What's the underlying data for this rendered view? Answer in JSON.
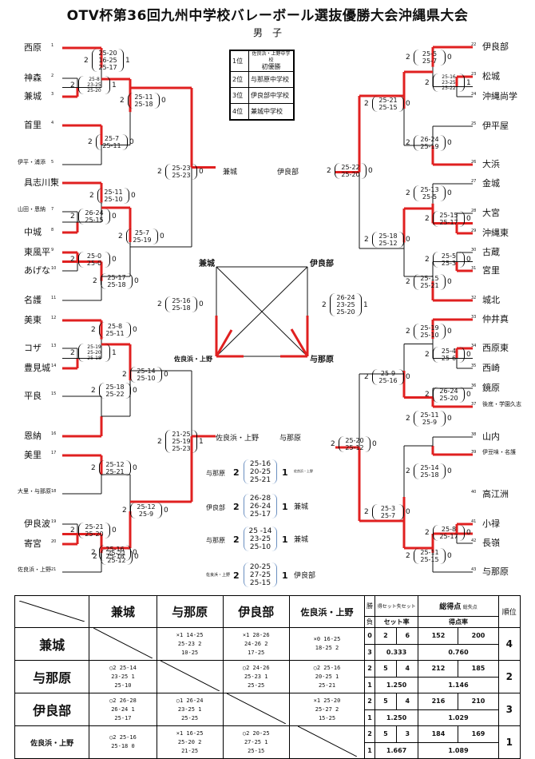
{
  "title": "OTV杯第36回九州中学校バレーボール選抜優勝大会沖縄県大会",
  "subtitle": "男　子",
  "ranking": [
    {
      "place": "1位",
      "team": "佐良浜・上野中学校",
      "note": "初優勝"
    },
    {
      "place": "2位",
      "team": "与那原中学校"
    },
    {
      "place": "3位",
      "team": "伊良部中学校"
    },
    {
      "place": "4位",
      "team": "兼城中学校"
    }
  ],
  "left_teams": [
    {
      "n": "1",
      "name": "西原"
    },
    {
      "n": "2",
      "name": "神森"
    },
    {
      "n": "3",
      "name": "兼城"
    },
    {
      "n": "4",
      "name": "首里"
    },
    {
      "n": "5",
      "name": "伊平・浦添"
    },
    {
      "n": "6",
      "name": "具志川東"
    },
    {
      "n": "7",
      "name": "山田・恩納"
    },
    {
      "n": "8",
      "name": "中城"
    },
    {
      "n": "9",
      "name": "東風平"
    },
    {
      "n": "10",
      "name": "あげな"
    },
    {
      "n": "11",
      "name": "名護"
    },
    {
      "n": "12",
      "name": "美東"
    },
    {
      "n": "13",
      "name": "コザ"
    },
    {
      "n": "14",
      "name": "豊見城"
    },
    {
      "n": "15",
      "name": "平良"
    },
    {
      "n": "16",
      "name": "恩納"
    },
    {
      "n": "17",
      "name": "美里"
    },
    {
      "n": "18",
      "name": "大里・与那原"
    },
    {
      "n": "19",
      "name": "伊良波"
    },
    {
      "n": "20",
      "name": "寄宮"
    },
    {
      "n": "21",
      "name": "佐良浜・上野"
    }
  ],
  "right_teams": [
    {
      "n": "22",
      "name": "伊良部"
    },
    {
      "n": "23",
      "name": "松城"
    },
    {
      "n": "24",
      "name": "沖縄尚学"
    },
    {
      "n": "25",
      "name": "伊平屋"
    },
    {
      "n": "26",
      "name": "大浜"
    },
    {
      "n": "27",
      "name": "金城"
    },
    {
      "n": "28",
      "name": "大宮"
    },
    {
      "n": "29",
      "name": "沖縄東"
    },
    {
      "n": "30",
      "name": "古蔵"
    },
    {
      "n": "31",
      "name": "宮里"
    },
    {
      "n": "32",
      "name": "城北"
    },
    {
      "n": "33",
      "name": "仲井真"
    },
    {
      "n": "34",
      "name": "西原東"
    },
    {
      "n": "35",
      "name": "西崎"
    },
    {
      "n": "36",
      "name": "鏡原"
    },
    {
      "n": "37",
      "name": "後底・学園久志"
    },
    {
      "n": "38",
      "name": "山内"
    },
    {
      "n": "39",
      "name": "伊豆味・名護"
    },
    {
      "n": "40",
      "name": "高江洲"
    },
    {
      "n": "41",
      "name": "小禄"
    },
    {
      "n": "42",
      "name": "長嶺"
    },
    {
      "n": "43",
      "name": "与那原"
    }
  ],
  "left_scores": [
    {
      "w": "2",
      "s": "25-20\n16-25\n25-17",
      "l": "1"
    },
    {
      "w": "2",
      "s": "25-8\n23-25\n25-20",
      "l": "1"
    },
    {
      "w": "2",
      "s": "25-11\n25-18",
      "l": "0"
    },
    {
      "w": "2",
      "s": "25-7\n25-11",
      "l": "0"
    },
    {
      "w": "2",
      "s": "25-23\n25-23",
      "l": "0"
    },
    {
      "w": "2",
      "s": "25-11\n25-10",
      "l": "0"
    },
    {
      "w": "2",
      "s": "26-24\n25-15",
      "l": "0"
    },
    {
      "w": "2",
      "s": "25-7\n25-19",
      "l": "0"
    },
    {
      "w": "2",
      "s": "25-0\n25-0",
      "l": "0"
    },
    {
      "w": "2",
      "s": "25-17\n25-18",
      "l": "0"
    },
    {
      "w": "2",
      "s": "25-16\n25-18",
      "l": "0"
    },
    {
      "w": "2",
      "s": "25-8\n25-11",
      "l": "0"
    },
    {
      "w": "2",
      "s": "25-19\n25-20\n25-18",
      "l": "1"
    },
    {
      "w": "2",
      "s": "25-14\n25-10",
      "l": "0"
    },
    {
      "w": "2",
      "s": "25-18\n25-22",
      "l": "0"
    },
    {
      "w": "2",
      "s": "21-25\n25-19\n25-23",
      "l": "1"
    },
    {
      "w": "2",
      "s": "25-12\n25-21",
      "l": "0"
    },
    {
      "w": "2",
      "s": "25-12\n25-9",
      "l": "0"
    },
    {
      "w": "2",
      "s": "25-21\n25-20",
      "l": "0"
    },
    {
      "w": "2",
      "s": "25-16\n25-18",
      "l": "0"
    },
    {
      "w": "2",
      "s": "25-21\n25-12",
      "l": "0"
    }
  ],
  "right_scores": [
    {
      "w": "2",
      "s": "25-5\n25-7",
      "l": "0"
    },
    {
      "w": "2",
      "s": "25-16\n23-25\n25-22",
      "l": "1"
    },
    {
      "w": "2",
      "s": "25-21\n25-15",
      "l": "0"
    },
    {
      "w": "2",
      "s": "26-24\n25-19",
      "l": "0"
    },
    {
      "w": "2",
      "s": "25-22\n25-20",
      "l": "0"
    },
    {
      "w": "2",
      "s": "25-13\n25-5",
      "l": "0"
    },
    {
      "w": "2",
      "s": "25-15\n25-17",
      "l": "0"
    },
    {
      "w": "2",
      "s": "25-18\n25-12",
      "l": "0"
    },
    {
      "w": "2",
      "s": "25-5\n25-3",
      "l": "0"
    },
    {
      "w": "2",
      "s": "25-15\n25-21",
      "l": "0"
    },
    {
      "w": "2",
      "s": "26-24\n23-25\n25-20",
      "l": "1"
    },
    {
      "w": "2",
      "s": "25-19\n25-10",
      "l": "0"
    },
    {
      "w": "2",
      "s": "25-4\n25-6",
      "l": "0"
    },
    {
      "w": "2",
      "s": "25-9\n25-16",
      "l": "0"
    },
    {
      "w": "2",
      "s": "26-24\n25-20",
      "l": "0"
    },
    {
      "w": "2",
      "s": "25-11\n25-9",
      "l": "0"
    },
    {
      "w": "2",
      "s": "25-20\n25-12",
      "l": "0"
    },
    {
      "w": "2",
      "s": "25-14\n25-18",
      "l": "0"
    },
    {
      "w": "2",
      "s": "25-3\n25-7",
      "l": "0"
    },
    {
      "w": "2",
      "s": "25-8\n25-17",
      "l": "0"
    },
    {
      "w": "2",
      "s": "25-11\n25-15",
      "l": "0"
    }
  ],
  "block_winners": {
    "l1": "兼城",
    "r1": "伊良部",
    "l2": "佐良浜・上野",
    "r2": "与那原"
  },
  "square_labels": {
    "tl": "兼城",
    "tr": "伊良部",
    "bl": "佐良浜・上野",
    "br": "与那原"
  },
  "final_matches": [
    {
      "a": "与那原",
      "sa": "2",
      "s": "25-16\n20-25\n25-21",
      "sb": "1",
      "b": "佐良浜・上野"
    },
    {
      "a": "伊良部",
      "sa": "2",
      "s": "26-28\n26-24\n25-17",
      "sb": "1",
      "b": "兼城"
    },
    {
      "a": "与那原",
      "sa": "2",
      "s": "25 -14\n23-25\n25-10",
      "sb": "1",
      "b": "兼城"
    },
    {
      "a": "佐良浜・上野",
      "sa": "2",
      "s": "20-25\n27-25\n25-15",
      "sb": "1",
      "b": "伊良部"
    }
  ],
  "rr": {
    "cols": [
      "兼城",
      "与那原",
      "伊良部",
      "佐良浜・上野"
    ],
    "h_win": "勝",
    "h_lose": "負",
    "h_setwin": "得セット",
    "h_setlose": "失セット",
    "h_setrate": "セット率",
    "h_pts": "総得点",
    "h_ptslose": "総失点",
    "h_ptsrate": "得点率",
    "h_rank": "順位",
    "rows": [
      {
        "team": "兼城",
        "cells": [
          "",
          "×1 14-25\n25-23 2\n10-25",
          "×1 28-26\n24-26 2\n17-25",
          "×0 16-25\n18-25 2"
        ],
        "w": "0",
        "l": "3",
        "sw": "2",
        "sl": "6",
        "sr": "0.333",
        "pw": "152",
        "pl": "200",
        "pr": "0.760",
        "rank": "4"
      },
      {
        "team": "与那原",
        "cells": [
          "○2 25-14\n23-25 1\n25-10",
          "",
          "○2 24-26\n25-23 1\n25-25",
          "○2 25-16\n20-25 1\n25-21"
        ],
        "w": "2",
        "l": "1",
        "sw": "5",
        "sl": "4",
        "sr": "1.250",
        "pw": "212",
        "pl": "185",
        "pr": "1.146",
        "rank": "2"
      },
      {
        "team": "伊良部",
        "cells": [
          "○2 26-28\n26-24 1\n25-17",
          "○1 26-24\n23-25 1\n25-25",
          "",
          "×1 25-20\n25-27 2\n15-25"
        ],
        "w": "2",
        "l": "1",
        "sw": "5",
        "sl": "4",
        "sr": "1.250",
        "pw": "216",
        "pl": "210",
        "pr": "1.029",
        "rank": "3"
      },
      {
        "team": "佐良浜・上野",
        "cells": [
          "○2 25-16\n25-18 0",
          "×1 16-25\n25-20 2\n21-25",
          "○2 20-25\n27-25 1\n25-15",
          ""
        ],
        "w": "2",
        "l": "1",
        "sw": "5",
        "sl": "3",
        "sr": "1.667",
        "pw": "184",
        "pl": "169",
        "pr": "1.089",
        "rank": "1"
      }
    ]
  }
}
